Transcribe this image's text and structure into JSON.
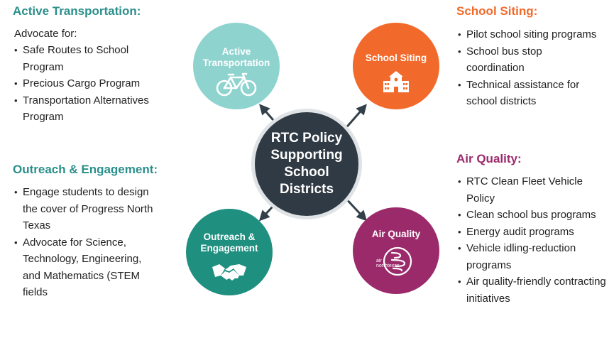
{
  "sections": {
    "active": {
      "heading": "Active Transportation:",
      "intro": "Advocate for:",
      "items": [
        "Safe Routes to School Program",
        "Precious Cargo Program",
        "Transportation Alternatives Program"
      ]
    },
    "outreach": {
      "heading": "Outreach & Engagement:",
      "items": [
        "Engage students to design the cover of Progress North Texas",
        "Advocate for Science, Technology, Engineering, and Mathematics (STEM fields"
      ]
    },
    "siting": {
      "heading": "School Siting:",
      "items": [
        "Pilot school siting programs",
        "School bus stop coordination",
        "Technical assistance for school districts"
      ]
    },
    "air": {
      "heading": "Air Quality:",
      "items": [
        "RTC Clean Fleet Vehicle Policy",
        "Clean school bus programs",
        "Energy audit programs",
        "Vehicle idling-reduction programs",
        "Air quality-friendly contracting initiatives"
      ]
    }
  },
  "diagram": {
    "center": "RTC Policy Supporting School Districts",
    "nodes": {
      "active": {
        "label": "Active Transportation",
        "icon": "bicycle-icon",
        "color": "#8fd3cf"
      },
      "siting": {
        "label": "School Siting",
        "icon": "school-building-icon",
        "color": "#f26a2b"
      },
      "outreach": {
        "label": "Outreach & Engagement",
        "icon": "handshake-icon",
        "color": "#1f8f7f"
      },
      "air": {
        "label": "Air Quality",
        "icon": "air-north-texas-logo",
        "logo_text": "air northtexas",
        "color": "#9b2a6b"
      }
    }
  },
  "colors": {
    "teal": "#2a8f8a",
    "orange": "#f26a2b",
    "purple": "#9b2a6b",
    "center": "#2f3a44"
  }
}
